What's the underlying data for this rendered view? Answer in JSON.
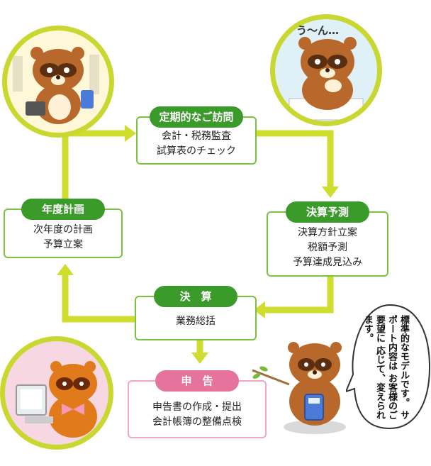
{
  "nodes": {
    "visit": {
      "title": "定期的なご訪問",
      "lines": [
        "会計・税務監査",
        "試算表のチェック"
      ]
    },
    "annual": {
      "title": "年度計画",
      "lines": [
        "次年度の計画",
        "予算立案"
      ]
    },
    "forecast": {
      "title": "決算予測",
      "lines": [
        "決算方針立案",
        "税額予測",
        "予算達成見込み"
      ]
    },
    "closing": {
      "title": "決　算",
      "lines": [
        "業務総括"
      ]
    },
    "filing": {
      "title": "申　告",
      "lines": [
        "申告書の作成・提出",
        "会計帳簿の整備点検"
      ]
    }
  },
  "speech": {
    "thought": "う〜ん…",
    "bubble": [
      "標準的なモデルです。",
      "サポート内容は",
      "お客様のご要望に",
      "応じて、変えられます。"
    ]
  },
  "icons": [
    "tanuki-businessman-icon",
    "tanuki-thinking-icon",
    "tanuki-computer-icon",
    "tanuki-pointer-icon"
  ],
  "colors": {
    "arrow": "#cedd2e",
    "box_border": "#7cc242",
    "header": "#3a9a2a",
    "filing_header": "#e6739b",
    "circle_ring": "#c9d830"
  }
}
